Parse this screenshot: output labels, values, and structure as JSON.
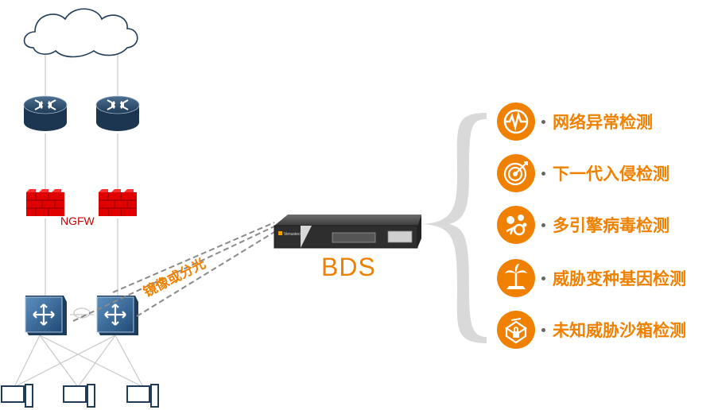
{
  "labels": {
    "firewall": "NGFW",
    "device": "BDS",
    "mirror": "镜像或分光",
    "device_brand": "Venustech"
  },
  "features": [
    {
      "label": "网络异常检测",
      "icon": "network-anomaly-icon"
    },
    {
      "label": "下一代入侵检测",
      "icon": "target-icon"
    },
    {
      "label": "多引擎病毒检测",
      "icon": "virus-engine-icon"
    },
    {
      "label": "威胁变种基因检测",
      "icon": "palm-tree-icon"
    },
    {
      "label": "未知威胁沙箱检测",
      "icon": "sandbox-icon"
    }
  ],
  "colors": {
    "accent": "#f08000",
    "router": "#2f4f6f",
    "firewall": "#e00000",
    "switch": "#3a6c9a",
    "brace": "#d9d9d9"
  }
}
